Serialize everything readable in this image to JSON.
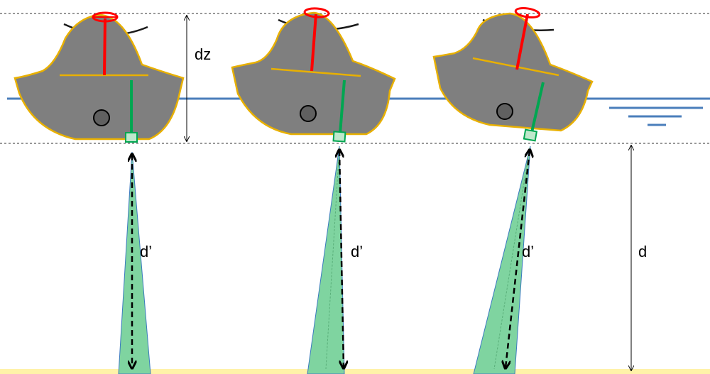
{
  "labels": {
    "dz": "dz",
    "d_prime_1": "d’",
    "d_prime_2": "d’",
    "d_prime_3": "d’",
    "d": "d"
  },
  "colors": {
    "water_line": "#4a7ebb",
    "hull_fill": "#7f7f7f",
    "hull_outline": "#e8b000",
    "mast": "#ff0000",
    "transducer": "#00a651",
    "beam_fill": "#7fd4a0",
    "seabed": "#fff2a8",
    "guide_dashed": "#000000"
  },
  "vessels": [
    {
      "id": "boat-1",
      "tilt_deg": 0
    },
    {
      "id": "boat-2",
      "tilt_deg": 4
    },
    {
      "id": "boat-3",
      "tilt_deg": 9
    }
  ]
}
